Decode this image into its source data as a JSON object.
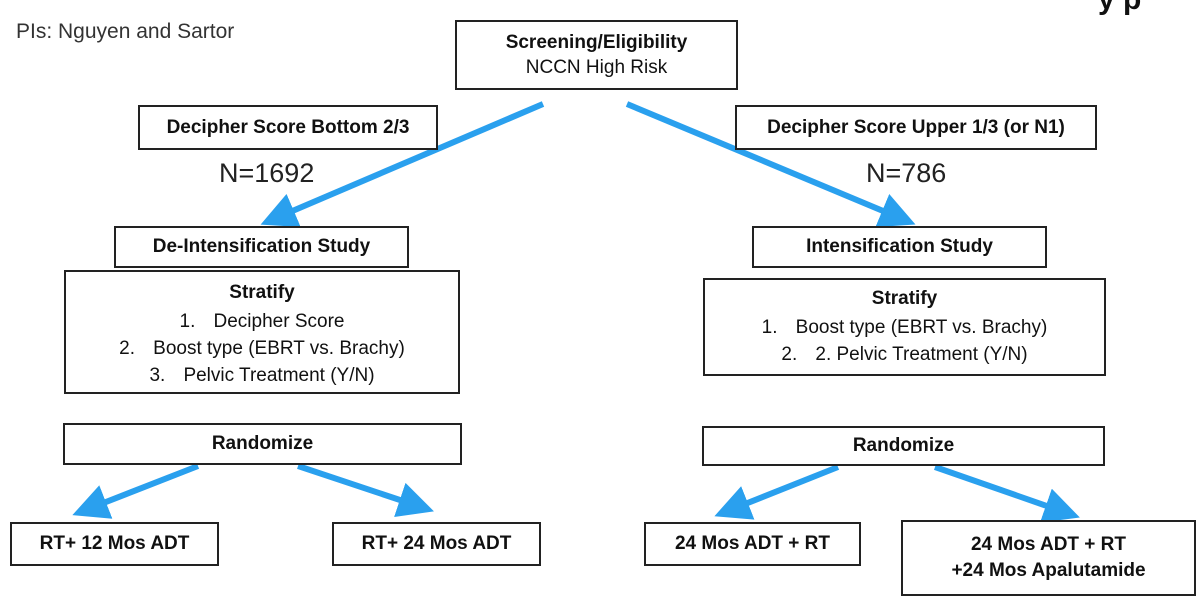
{
  "header": {
    "pis": "PIs: Nguyen and Sartor",
    "cut_title": "y  p"
  },
  "screening": {
    "title": "Screening/Eligibility",
    "subtitle": "NCCN High Risk"
  },
  "left": {
    "group": "Decipher Score Bottom 2/3",
    "n": "N=1692",
    "study": "De-Intensification Study",
    "stratify_title": "Stratify",
    "stratify_items": [
      {
        "num": "1.",
        "text": "Decipher Score"
      },
      {
        "num": "2.",
        "text": "Boost type (EBRT vs. Brachy)"
      },
      {
        "num": "3.",
        "text": "Pelvic Treatment (Y/N)"
      }
    ],
    "randomize": "Randomize",
    "arm_a": "RT+ 12 Mos ADT",
    "arm_b": "RT+ 24 Mos ADT"
  },
  "right": {
    "group": "Decipher Score Upper 1/3 (or N1)",
    "n": "N=786",
    "study": "Intensification Study",
    "stratify_title": "Stratify",
    "stratify_items": [
      {
        "num": "1.",
        "text": "Boost type (EBRT vs. Brachy)"
      },
      {
        "num": "2.",
        "text": "2. Pelvic Treatment (Y/N)"
      }
    ],
    "randomize": "Randomize",
    "arm_a": "24 Mos ADT + RT",
    "arm_b_line1": "24 Mos ADT + RT",
    "arm_b_line2": "+24 Mos Apalutamide"
  },
  "colors": {
    "arrow": "#2aa0ee",
    "border": "#222222"
  }
}
